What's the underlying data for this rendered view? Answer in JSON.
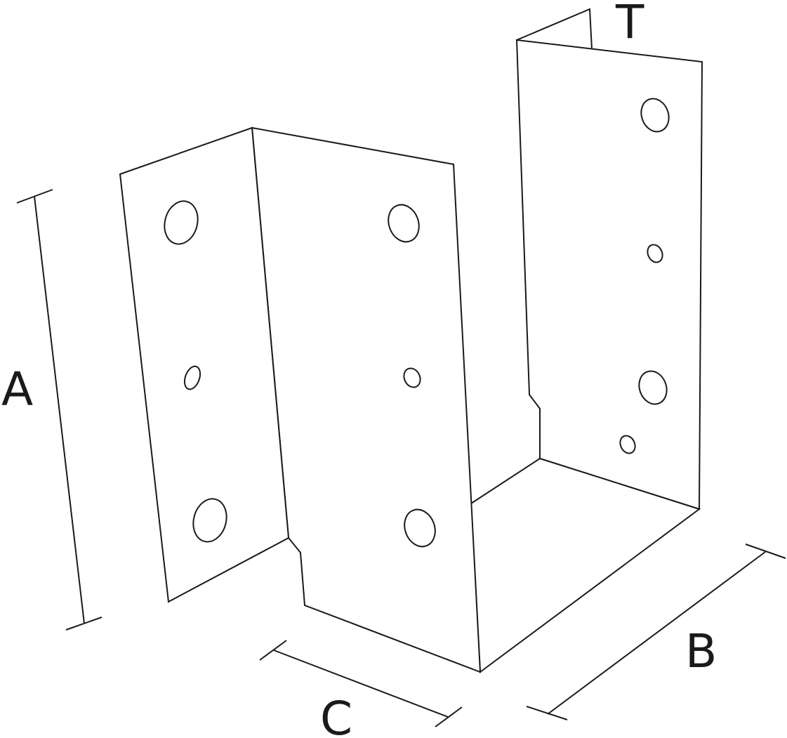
{
  "diagram": {
    "type": "joist-hanger-dimension-drawing",
    "labels": {
      "height": "A",
      "depth": "B",
      "width": "C",
      "thickness": "T"
    }
  }
}
